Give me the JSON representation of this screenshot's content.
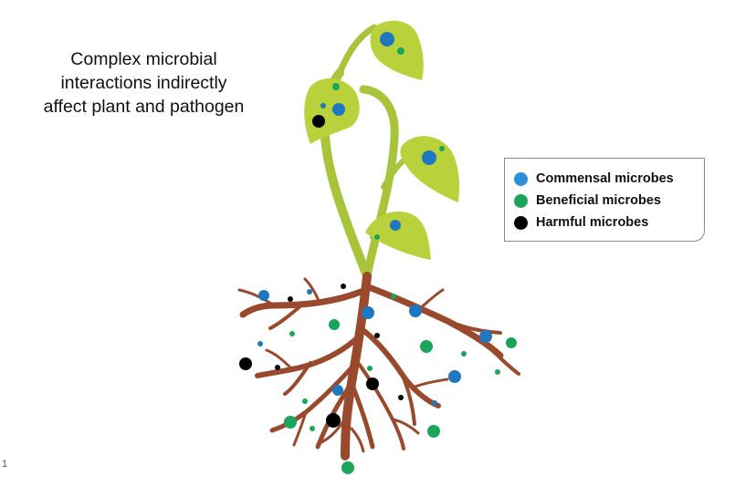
{
  "title_lines": [
    "Complex microbial",
    "interactions indirectly",
    "affect plant and pathogen"
  ],
  "legend": {
    "items": [
      {
        "label": "Commensal microbes",
        "color": "#2e8fd6"
      },
      {
        "label": "Beneficial microbes",
        "color": "#1aa55a"
      },
      {
        "label": "Harmful microbes",
        "color": "#000000"
      }
    ]
  },
  "slide_number": "1",
  "colors": {
    "stem": "#a8c43a",
    "leaf": "#b9d13b",
    "root": "#9a4a2c",
    "commensal": "#1f77c0",
    "beneficial": "#1aa55a",
    "harmful": "#000000"
  }
}
